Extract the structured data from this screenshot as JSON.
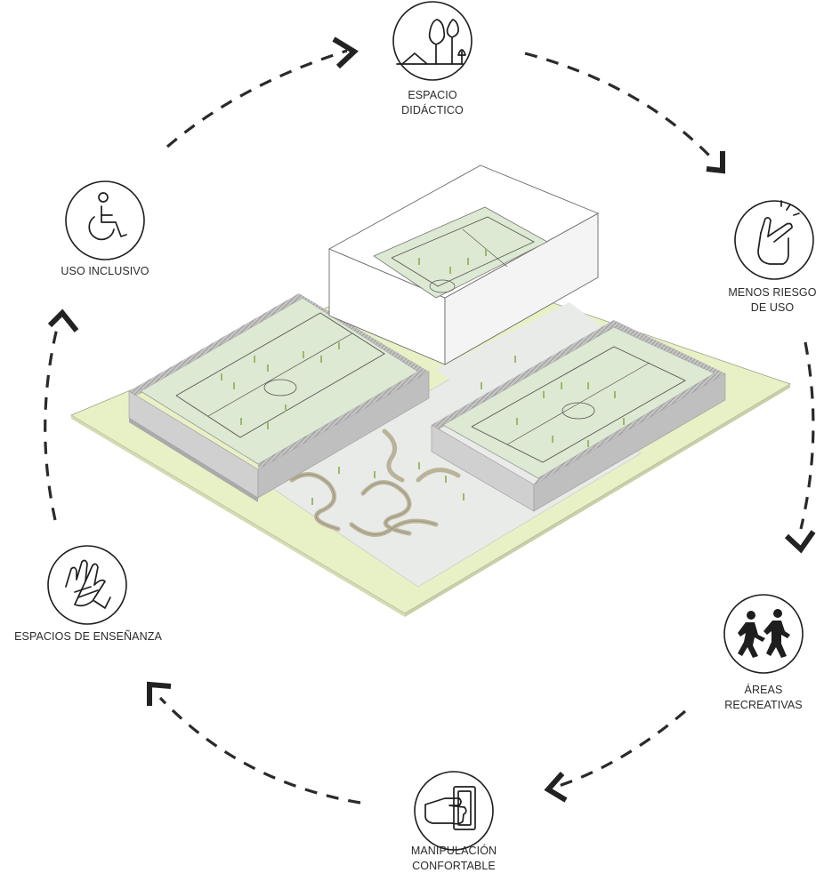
{
  "labels": {
    "espacio_didactico": [
      "ESPACIO",
      "DIDÁCTICO"
    ],
    "menos_riesgo": [
      "MENOS RIESGO",
      "DE USO"
    ],
    "areas_recreativas": [
      "ÁREAS",
      "RECREATIVAS"
    ],
    "manipulacion": [
      "MANIPULACIÓN",
      "CONFORTABLE"
    ],
    "espacios_ensenanza": [
      "ESPACIOS DE ENSEÑANZA"
    ],
    "uso_inclusivo": [
      "USO INCLUSIVO"
    ]
  },
  "colors": {
    "ground": "#e8f0c6",
    "plaza": "#e9ebe8",
    "field": "#dde9d2",
    "wall": "#bdbdbd",
    "building": "#ffffff",
    "figure": "#9bb96a"
  }
}
